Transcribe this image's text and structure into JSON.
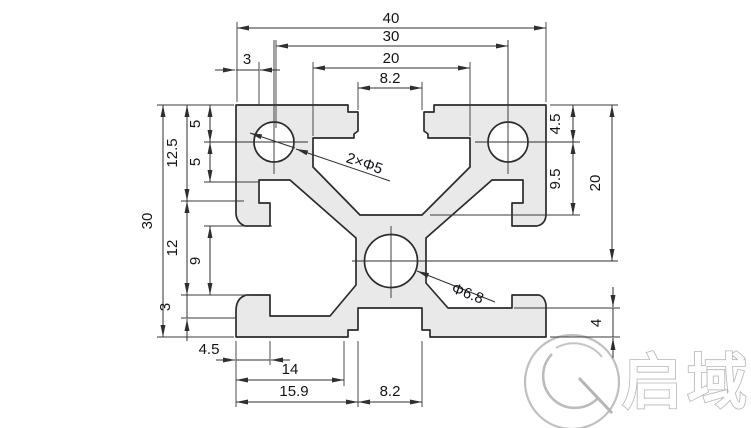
{
  "dimensions": {
    "top": {
      "overall_width": "40",
      "hole_spacing": "30",
      "cavity_width": "20",
      "edge_offset": "3",
      "slot_width": "8.2"
    },
    "left": {
      "overall_height": "30",
      "upper_section": "12.5",
      "mid_section": "12",
      "lower_lip": "3",
      "hole_offset": "5",
      "pocket_depth": "5",
      "slot_opening": "9"
    },
    "right": {
      "hole_depth": "4.5",
      "cavity_depth": "9.5",
      "center_hole_depth": "20",
      "bottom_web": "4"
    },
    "bottom": {
      "foot_width": "4.5",
      "to_step": "14",
      "to_slot": "15.9",
      "slot_width": "8.2"
    }
  },
  "callouts": {
    "corner_holes": "2×Φ5",
    "center_hole": "Φ6.8"
  },
  "watermark": {
    "brand_text": "启域"
  },
  "colors": {
    "profile_fill": "#e9e9e9",
    "outline": "#2b2b2b",
    "dim_line": "#2f2f2f",
    "watermark": "#b3b3b3"
  }
}
